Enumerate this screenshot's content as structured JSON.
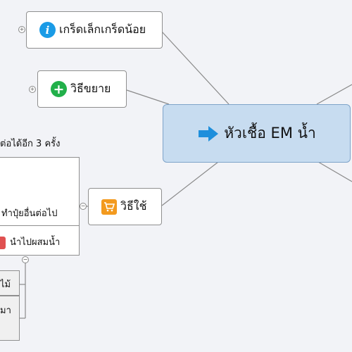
{
  "central": {
    "label": "หัวเชื้อ EM น้ำ",
    "icon": "right-arrow-icon"
  },
  "topics": {
    "grade": {
      "label": "เกร็ดเล็กเกร็ดน้อย",
      "icon": "info-icon"
    },
    "expand": {
      "label": "วิธีขยาย",
      "icon": "plus-icon"
    },
    "use": {
      "label": "วิธีใช้",
      "icon": "cart-icon"
    }
  },
  "use_details": {
    "text1": "ต่อได้อีก 3 ครั้ง",
    "text2": "ทำปุ๋ยอื่นต่อไป",
    "text3": "นำไปผสมน้ำ",
    "gray1": "ไม้",
    "gray2": "มา"
  },
  "colors": {
    "background": "#f2f3f7",
    "central_fill": "#c7dcf0",
    "arrow": "#1e8fdc",
    "info": "#1a9be6",
    "plus": "#22b04a",
    "cart": "#f39a1e"
  }
}
